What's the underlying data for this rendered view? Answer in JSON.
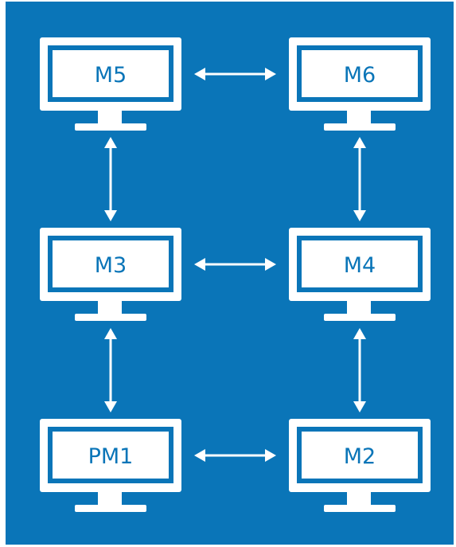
{
  "diagram": {
    "background_color": "#0a75b8",
    "foreground_color": "#ffffff",
    "nodes": {
      "m5": {
        "label": "M5",
        "icon": "monitor-icon"
      },
      "m6": {
        "label": "M6",
        "icon": "monitor-icon"
      },
      "m3": {
        "label": "M3",
        "icon": "monitor-icon"
      },
      "m4": {
        "label": "M4",
        "icon": "monitor-icon"
      },
      "pm1": {
        "label": "PM1",
        "icon": "monitor-icon"
      },
      "m2": {
        "label": "M2",
        "icon": "monitor-icon"
      }
    },
    "connections": [
      {
        "from": "M5",
        "to": "M6",
        "type": "bidirectional"
      },
      {
        "from": "M3",
        "to": "M4",
        "type": "bidirectional"
      },
      {
        "from": "PM1",
        "to": "M2",
        "type": "bidirectional"
      },
      {
        "from": "M5",
        "to": "M3",
        "type": "bidirectional"
      },
      {
        "from": "M3",
        "to": "PM1",
        "type": "bidirectional"
      },
      {
        "from": "M6",
        "to": "M4",
        "type": "bidirectional"
      },
      {
        "from": "M4",
        "to": "M2",
        "type": "bidirectional"
      }
    ]
  }
}
